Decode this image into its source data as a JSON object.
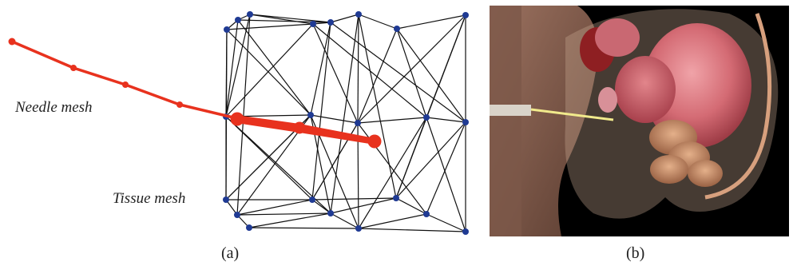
{
  "panel_a": {
    "needle_label": "Needle mesh",
    "tissue_label": "Tissue mesh",
    "caption": "(a)",
    "colors": {
      "needle": "#e8321e",
      "node": "#1f3a93",
      "edge": "#111111"
    }
  },
  "panel_b": {
    "caption": "(b)",
    "colors": {
      "background": "#000000",
      "organ": "#d96a72",
      "tissue": "#c08a6f",
      "needle": "#f1ea8c"
    }
  }
}
